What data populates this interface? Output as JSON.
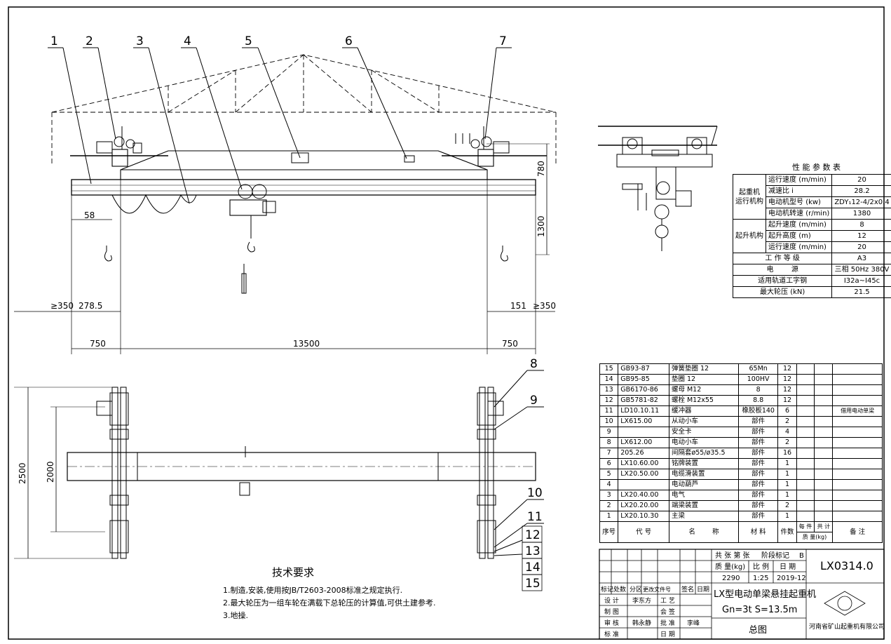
{
  "callouts": [
    "1",
    "2",
    "3",
    "4",
    "5",
    "6",
    "7",
    "8",
    "9",
    "10",
    "11",
    "12",
    "13",
    "14",
    "15"
  ],
  "dimensions": {
    "d780": "780",
    "d1300": "1300",
    "d58": "58",
    "d350_left": "≥350",
    "d278_5": "278.5",
    "d151": "151",
    "d350_right": "≥350",
    "d750_left": "750",
    "d13500": "13500",
    "d750_right": "750",
    "d2500": "2500",
    "d2000": "2000"
  },
  "performance": {
    "title": "性 能 参 数 表",
    "groups": {
      "run": "起重机\n运行机构",
      "lift": "起升机构"
    },
    "rows": [
      {
        "label": "运行速度",
        "unit": "(m/min)",
        "value": "20"
      },
      {
        "label": "减速比 i",
        "unit": "",
        "value": "28.2"
      },
      {
        "label": "电动机型号",
        "unit": "(kw)",
        "value": "ZDY₁12-4/2x0.4"
      },
      {
        "label": "电动机转速",
        "unit": "(r/min)",
        "value": "1380"
      },
      {
        "label": "起升速度",
        "unit": "(m/min)",
        "value": "8"
      },
      {
        "label": "起升高度",
        "unit": "(m)",
        "value": "12"
      },
      {
        "label": "运行速度",
        "unit": "(m/min)",
        "value": "20"
      }
    ],
    "wide_rows": [
      {
        "label": "工 作 等 级",
        "value": "A3"
      },
      {
        "label": "电        源",
        "value": "三相 50Hz 380V"
      },
      {
        "label": "适用轨道工字钢",
        "value": "I32a~I45c"
      },
      {
        "label": "最大轮压 (kN)",
        "value": "21.5"
      }
    ]
  },
  "bom": {
    "rows": [
      {
        "no": "15",
        "code": "GB93-87",
        "name": "弹簧垫圈 12",
        "material": "65Mn",
        "qty": "12",
        "note": ""
      },
      {
        "no": "14",
        "code": "GB95-85",
        "name": "垫圈 12",
        "material": "100HV",
        "qty": "12",
        "note": ""
      },
      {
        "no": "13",
        "code": "GB6170-86",
        "name": "螺母 M12",
        "material": "8",
        "qty": "12",
        "note": ""
      },
      {
        "no": "12",
        "code": "GB5781-82",
        "name": "螺栓 M12x55",
        "material": "8.8",
        "qty": "12",
        "note": ""
      },
      {
        "no": "11",
        "code": "LD10.10.11",
        "name": "缓冲器",
        "material": "橡胶板140",
        "qty": "6",
        "note": "借用电动单梁"
      },
      {
        "no": "10",
        "code": "LX615.00",
        "name": "从动小车",
        "material": "部件",
        "qty": "2",
        "note": ""
      },
      {
        "no": "9",
        "code": "",
        "name": "安全卡",
        "material": "部件",
        "qty": "4",
        "note": ""
      },
      {
        "no": "8",
        "code": "LX612.00",
        "name": "电动小车",
        "material": "部件",
        "qty": "2",
        "note": ""
      },
      {
        "no": "7",
        "code": "205.26",
        "name": "间隔套ø55/ø35.5",
        "material": "部件",
        "qty": "16",
        "note": ""
      },
      {
        "no": "6",
        "code": "LX10.60.00",
        "name": "铭牌装置",
        "material": "部件",
        "qty": "1",
        "note": ""
      },
      {
        "no": "5",
        "code": "LX20.50.00",
        "name": "电缆滑装置",
        "material": "部件",
        "qty": "1",
        "note": ""
      },
      {
        "no": "4",
        "code": "",
        "name": "电动葫芦",
        "material": "部件",
        "qty": "1",
        "note": ""
      },
      {
        "no": "3",
        "code": "LX20.40.00",
        "name": "电气",
        "material": "部件",
        "qty": "1",
        "note": ""
      },
      {
        "no": "2",
        "code": "LX20.20.00",
        "name": "端梁装置",
        "material": "部件",
        "qty": "2",
        "note": ""
      },
      {
        "no": "1",
        "code": "LX20.10.30",
        "name": "主梁",
        "material": "部件",
        "qty": "1",
        "note": ""
      }
    ],
    "header": {
      "no": "序号",
      "code": "代   号",
      "name": "名        称",
      "material": "材 料",
      "qty": "件数",
      "weight_each": "每 件",
      "weight_total": "共 计",
      "weight_label": "质 量(kg)",
      "note": "备   注"
    }
  },
  "title_block": {
    "sheets": "共 张 第 张",
    "stage": "阶段标记",
    "stage_mark": "B",
    "mass_label": "质 量(kg)",
    "scale_label": "比 例",
    "date_label": "日 期",
    "mass": "2290",
    "scale": "1:25",
    "date": "2019-12",
    "drawing_no": "LX0314.0",
    "title_line1": "LX型电动单梁悬挂起重机",
    "title_line2": "Gn=3t   S=13.5m",
    "title_line3": "总图",
    "company": "河南省矿山起重机有限公司",
    "labels": {
      "mark": "标记",
      "count": "处数",
      "zone": "分区",
      "doc": "更改文件号",
      "sign": "签名",
      "date": "日期",
      "design": "设 计",
      "drawn": "制 图",
      "review": "审 核",
      "std": "标 准",
      "process": "工 艺",
      "countersign": "会 签",
      "approve": "批 准",
      "date2": "日 期"
    },
    "names": {
      "designer": "李东方",
      "reviewer": "韩永静",
      "approver": "李峰"
    }
  },
  "tech": {
    "title": "技术要求",
    "lines": [
      "1.制造,安装,使用按JB/T2603-2008标准之规定执行.",
      "2.最大轮压为一组车轮在满载下总轮压的计算值,可供土建参考.",
      "3.地操."
    ]
  }
}
